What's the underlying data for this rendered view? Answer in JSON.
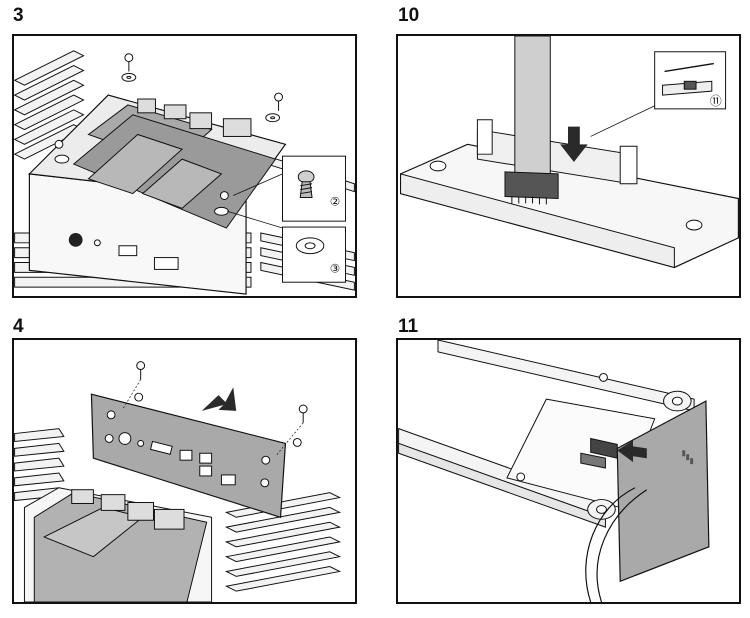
{
  "steps": [
    {
      "label": "3",
      "callouts": [
        "②",
        "③"
      ]
    },
    {
      "label": "10",
      "callouts": [
        "⑪"
      ]
    },
    {
      "label": "4",
      "callouts": []
    },
    {
      "label": "11",
      "callouts": []
    }
  ],
  "colors": {
    "line": "#111111",
    "board": "#a9a9a9",
    "board_dark": "#7d7d7d",
    "metal": "#e6e6e6",
    "arrow": "#2a2a2a"
  }
}
